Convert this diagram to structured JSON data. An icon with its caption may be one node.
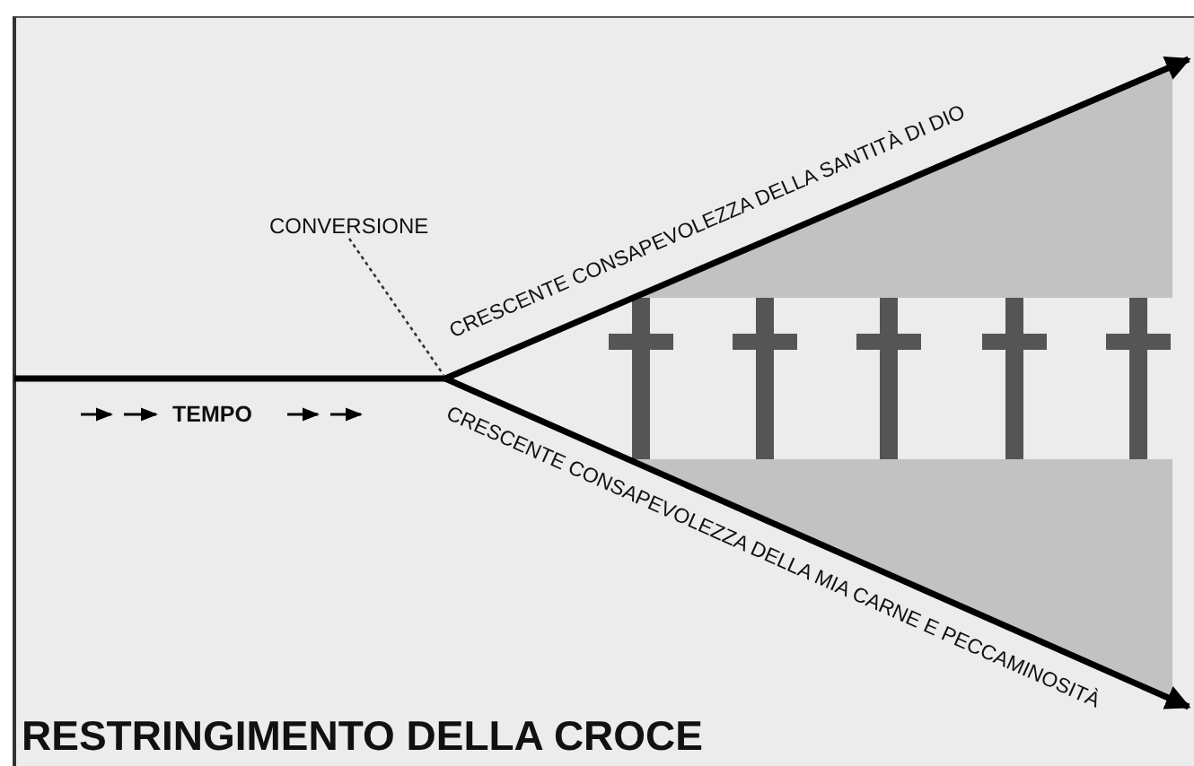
{
  "diagram": {
    "title": "RESTRINGIMENTO DELLA CROCE",
    "nodes": [
      {
        "text": [
          "CONVERSIONE"
        ]
      },
      {
        "text": [],
        "shape": "line"
      }
    ],
    "edges": [
      {
        "from": 0,
        "to": 1,
        "arrow": "none",
        "style": "dashed"
      }
    ],
    "labels": [
      "TEMPO",
      "CRESCENTE CONSAPEVOLEZZA DELLA SANTITÀ DI DIO",
      "CRESCENTE CONSAPEVOLEZZA DELLA MIA CARNE E PECCAMINOSITÀ"
    ]
  }
}
